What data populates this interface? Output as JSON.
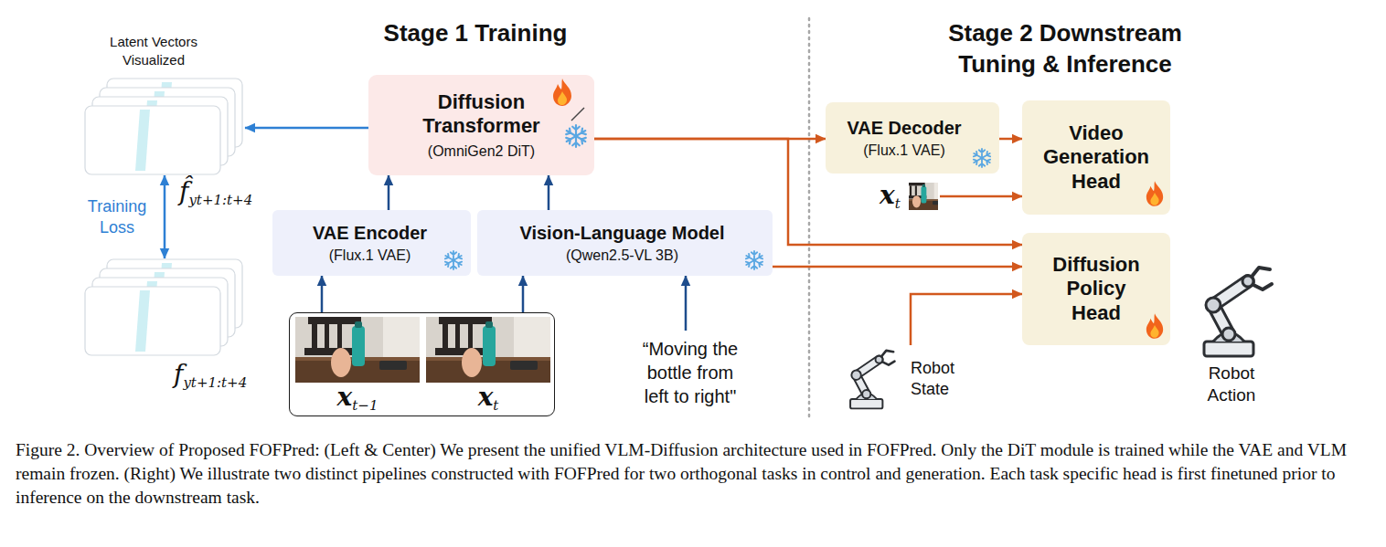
{
  "diagram": {
    "caption": "Figure 2. Overview of Proposed FOFPred: (Left & Center) We present the unified VLM-Diffusion architecture used in FOFPred. Only the DiT module is trained while the VAE and VLM remain frozen. (Right) We illustrate two distinct pipelines constructed with FOFPred for two orthogonal tasks in control and generation. Each task specific head is first finetuned prior to inference on the downstream task.",
    "nodes": [
      {
        "text": [
          "f̂yt+1:t+4"
        ]
      },
      {
        "text": [
          "Diffusion Transformer",
          "(OmniGen2 DiT)"
        ]
      },
      {
        "text": [
          "VAE Encoder",
          "(Flux.1 VAE)"
        ]
      },
      {
        "text": [
          "Vision-Language Model",
          "(Qwen2.5-VL 3B)"
        ]
      },
      {
        "text": [
          "fyt+1:t+4"
        ]
      },
      {
        "text": [
          "xt−1",
          "xt"
        ]
      },
      {
        "text": [
          "“Moving the bottle from left to right\""
        ]
      },
      {
        "text": [
          "VAE Decoder",
          "(Flux.1 VAE)"
        ]
      },
      {
        "text": [
          "Video Generation Head"
        ]
      },
      {
        "text": [
          "xt"
        ]
      },
      {
        "text": [
          "Diffusion Policy Head"
        ]
      },
      {
        "text": [
          "Robot State"
        ]
      }
    ],
    "edges": [
      {
        "from": 1,
        "to": 0,
        "arrow": "to"
      },
      {
        "from": 0,
        "to": 4,
        "label": "Training Loss",
        "arrow": "both"
      },
      {
        "from": 2,
        "to": 1,
        "arrow": "to"
      },
      {
        "from": 3,
        "to": 1,
        "arrow": "to"
      },
      {
        "from": 5,
        "to": 2,
        "arrow": "to"
      },
      {
        "from": 5,
        "to": 3,
        "arrow": "to"
      },
      {
        "from": 6,
        "to": 3,
        "arrow": "to"
      },
      {
        "from": 1,
        "to": 7,
        "arrow": "to"
      },
      {
        "from": 1,
        "to": 10,
        "arrow": "to"
      },
      {
        "from": 3,
        "to": 10,
        "arrow": "to"
      },
      {
        "from": 7,
        "to": 8,
        "arrow": "to"
      },
      {
        "from": 9,
        "to": 8,
        "arrow": "to"
      },
      {
        "from": 11,
        "to": 10,
        "arrow": "to"
      }
    ],
    "labels": [
      "Stage 1 Training",
      "Stage 2 Downstream Tuning & Inference",
      "Latent Vectors Visualized",
      "Robot Action"
    ]
  }
}
